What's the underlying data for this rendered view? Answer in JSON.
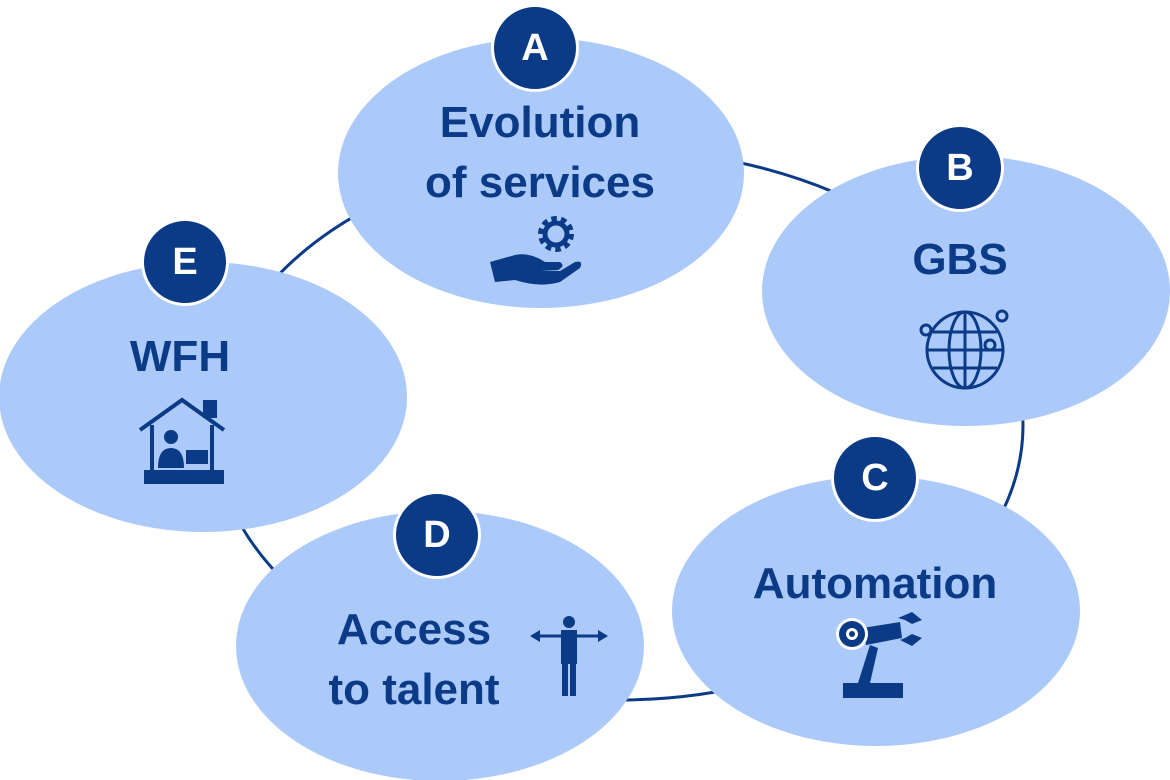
{
  "colors": {
    "navy": "#0b3a86",
    "bubble": "#abcafa"
  },
  "nodes": [
    {
      "letter": "A",
      "lines": [
        "Evolution",
        "of services"
      ],
      "icon": "hand-gear-icon"
    },
    {
      "letter": "B",
      "lines": [
        "GBS"
      ],
      "icon": "globe-network-icon"
    },
    {
      "letter": "C",
      "lines": [
        "Automation"
      ],
      "icon": "robot-arm-icon"
    },
    {
      "letter": "D",
      "lines": [
        "Access",
        "to talent"
      ],
      "icon": "person-arrows-icon"
    },
    {
      "letter": "E",
      "lines": [
        "WFH"
      ],
      "icon": "home-office-icon"
    }
  ]
}
